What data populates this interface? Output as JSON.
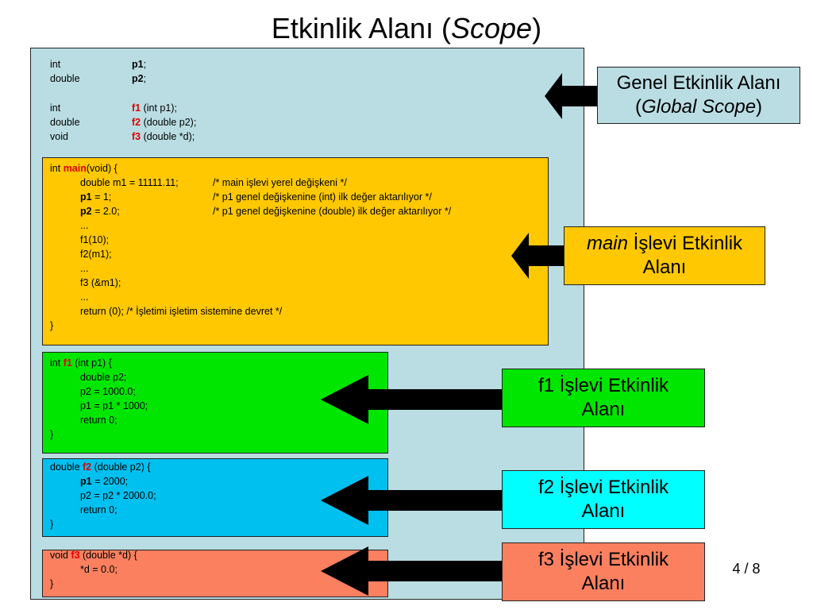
{
  "title": {
    "main": "Etkinlik Alanı (",
    "italic": "Scope",
    "end": ")"
  },
  "globals": {
    "l1": {
      "type": "int",
      "name": "p1",
      "rest": ";"
    },
    "l2": {
      "type": "double",
      "name": "p2",
      "rest": ";"
    },
    "l3": {
      "type": "int",
      "name": "f1",
      "rest": " (int p1);"
    },
    "l4": {
      "type": "double",
      "name": "f2",
      "rest": " (double p2);"
    },
    "l5": {
      "type": "void",
      "name": "f3",
      "rest": " (double *d);"
    }
  },
  "main_fn": {
    "head_pre": "int ",
    "head_name": "main",
    "head_post": "(void) {",
    "l1": "double m1 = 11111.11;",
    "l1c": "/* main işlevi yerel değişkeni */",
    "l2a": "p1",
    "l2b": " = 1;",
    "l2c": "/* p1 genel değişkenine (int) ilk değer aktarılıyor    */",
    "l3a": "p2",
    "l3b": " = 2.0;",
    "l3c": "/* p1 genel değişkenine (double) ilk değer aktarılıyor */",
    "l4": "...",
    "l5": "f1(10);",
    "l6": "f2(m1);",
    "l7": "...",
    "l8": "f3 (&m1);",
    "l9": "...",
    "l10": "return (0);  /* İşletimi işletim sistemine devret */",
    "close": "}"
  },
  "f1_fn": {
    "head_pre": "int ",
    "head_name": "f1",
    "head_post": " (int p1) {",
    "l1": "double p2;",
    "l2": "p2 = 1000.0;",
    "l3": "p1 = p1 * 1000;",
    "l4": "return 0;",
    "close": "}"
  },
  "f2_fn": {
    "head_pre": "double ",
    "head_name": "f2",
    "head_post": " (double p2) {",
    "l1a": "p1",
    "l1b": " = 2000;",
    "l2": "p2 = p2 * 2000.0;",
    "l3": "return 0;",
    "close": "}"
  },
  "f3_fn": {
    "head_pre": "void ",
    "head_name": "f3",
    "head_post": " (double *d) {",
    "l1": "*d = 0.0;",
    "close": "}"
  },
  "labels": {
    "global_l1": "Genel Etkinlik Alanı",
    "global_l2_pre": "(",
    "global_l2_it": "Global Scope",
    "global_l2_post": ")",
    "main_it": "main",
    "main_rest": " İşlevi Etkinlik",
    "main_l2": "Alanı",
    "f1_l1": "f1 İşlevi Etkinlik",
    "f1_l2": "Alanı",
    "f2_l1": "f2 İşlevi Etkinlik",
    "f2_l2": "Alanı",
    "f3_l1": "f3 İşlevi Etkinlik",
    "f3_l2": "Alanı"
  },
  "page_number": "4 / 8"
}
